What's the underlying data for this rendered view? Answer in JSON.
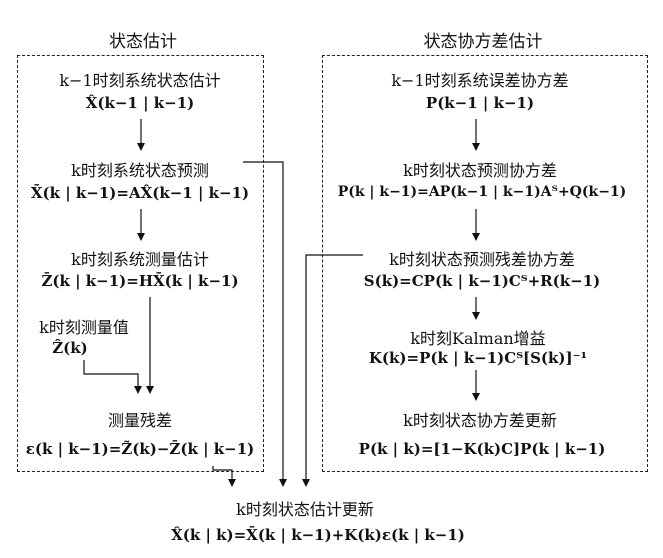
{
  "left_panel": {
    "title": "状态估计",
    "steps": [
      {
        "label": "k−1时刻系统状态估计",
        "formula": "X̂(k−1 | k−1)"
      },
      {
        "label": "k时刻系统状态预测",
        "formula": "X̄(k | k−1)=AX̂(k−1 | k−1)"
      },
      {
        "label": "k时刻系统测量估计",
        "formula": "Z̄(k | k−1)=HX̄(k | k−1)"
      },
      {
        "label": "测量残差",
        "formula": "ε(k | k−1)=Z̃(k)−Z̄(k | k−1)"
      }
    ],
    "measurement": {
      "label": "k时刻测量值",
      "formula": "Ẑ(k)"
    }
  },
  "right_panel": {
    "title": "状态协方差估计",
    "steps": [
      {
        "label": "k−1时刻系统误差协方差",
        "formula": "P(k−1 | k−1)"
      },
      {
        "label": "k时刻状态预测协方差",
        "formula": "P(k | k−1)=AP(k−1 | k−1)Aᵀ+Q(k−1)"
      },
      {
        "label": "k时刻状态预测残差协方差",
        "formula": "S(k)=CP(k | k−1)Cᵀ+R(k−1)"
      },
      {
        "label": "k时刻Kalman增益",
        "formula": "K(k)=P(k | k−1)Cᵀ[S(k)]⁻¹"
      },
      {
        "label": "k时刻状态协方差更新",
        "formula": "P(k | k)=[1−K(k)C]P(k | k−1)"
      }
    ]
  },
  "output": {
    "label": "k时刻状态估计更新",
    "formula": "X̂(k | k)=X̄(k | k−1)+K(k)ε(k | k−1)"
  }
}
